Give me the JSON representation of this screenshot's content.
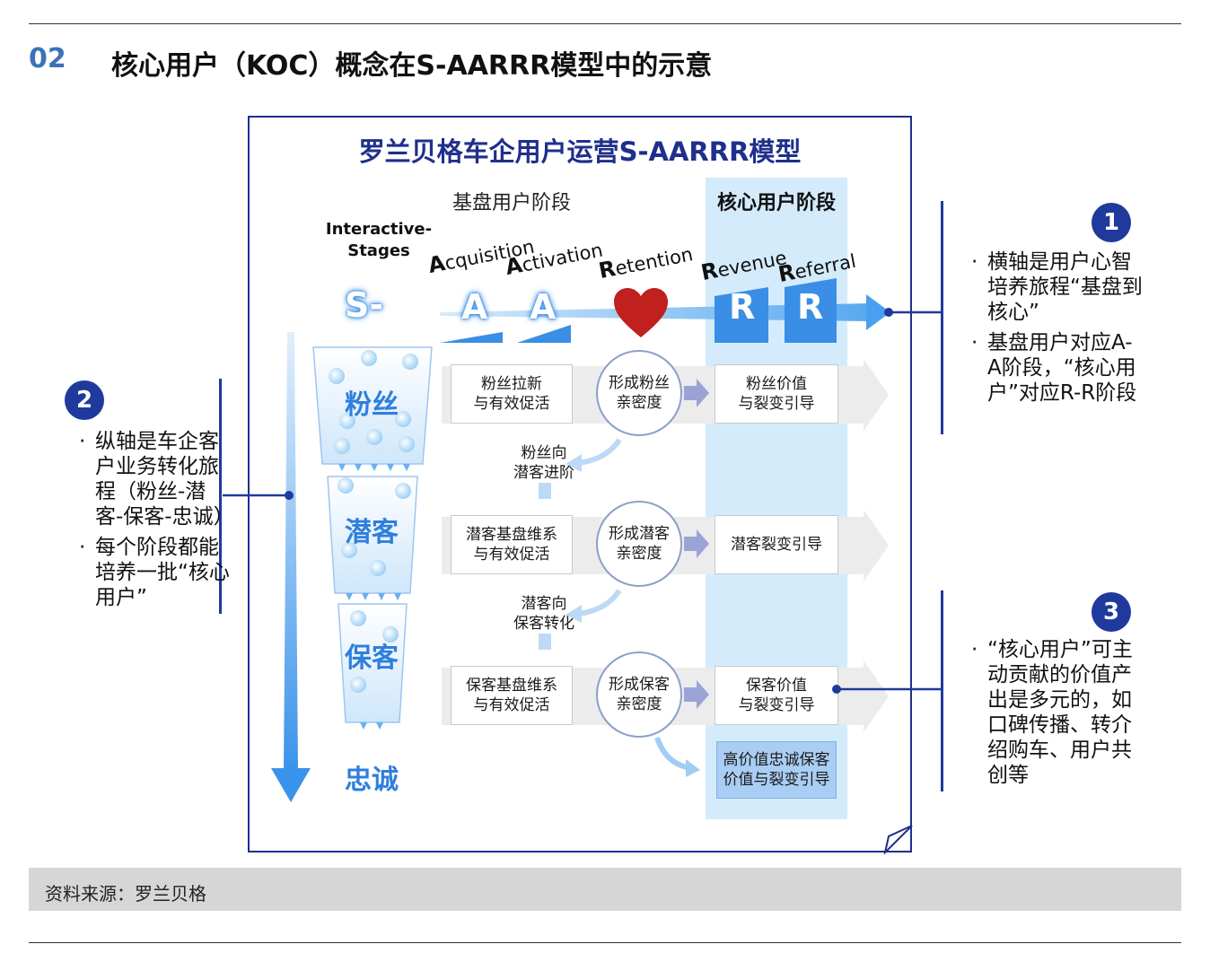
{
  "header": {
    "section_number": "02",
    "title": "核心用户（KOC）概念在S-AARRR模型中的示意"
  },
  "model": {
    "title": "罗兰贝格车企用户运营S-AARRR模型",
    "base_stage_label": "基盘用户阶段",
    "core_stage_label": "核心用户阶段",
    "interactive_stages_label": "Interactive-\nStages",
    "stage_words": {
      "acquisition": {
        "cap": "A",
        "rest": "cquisition"
      },
      "activation": {
        "cap": "A",
        "rest": "ctivation"
      },
      "retention": {
        "cap": "R",
        "rest": "etention"
      },
      "revenue": {
        "cap": "R",
        "rest": "evenue"
      },
      "referral": {
        "cap": "R",
        "rest": "eferral"
      }
    },
    "big_letters": {
      "s": "S-",
      "a1": "A",
      "a2": "A",
      "r1": "R",
      "r2": "R"
    },
    "funnel_stages": [
      "粉丝",
      "潜客",
      "保客",
      "忠诚"
    ],
    "rows": [
      {
        "left_box": "粉丝拉新\n与有效促活",
        "circle": "形成粉丝\n亲密度",
        "right_box": "粉丝价值\n与裂变引导"
      },
      {
        "left_box": "潜客基盘维系\n与有效促活",
        "circle": "形成潜客\n亲密度",
        "right_box": "潜客裂变引导"
      },
      {
        "left_box": "保客基盘维系\n与有效促活",
        "circle": "形成保客\n亲密度",
        "right_box": "保客价值\n与裂变引导"
      }
    ],
    "transitions": [
      "粉丝向\n潜客进阶",
      "潜客向\n保客转化"
    ],
    "loyal_box": "高价值忠诚保客\n价值与裂变引导"
  },
  "notes": {
    "note1": {
      "badge": "1",
      "items": [
        "横轴是用户心智培养旅程“基盘到核心”",
        "基盘用户对应A-A阶段，“核心用户”对应R-R阶段"
      ]
    },
    "note2": {
      "badge": "2",
      "items": [
        "纵轴是车企客户业务转化旅程（粉丝-潜客-保客-忠诚）",
        "每个阶段都能培养一批“核心用户”"
      ]
    },
    "note3": {
      "badge": "3",
      "items": [
        "“核心用户”可主动贡献的价值产出是多元的，如口碑传播、转介绍购车、用户共创等"
      ]
    }
  },
  "footer": {
    "source": "资料来源：罗兰贝格"
  },
  "colors": {
    "section_number": "#3a73b8",
    "frame_border": "#1f2f8c",
    "core_band": "#d4ebfb",
    "accent_blue": "#3a8ee6",
    "heart": "#c0201e",
    "badge": "#1f3a9c"
  }
}
